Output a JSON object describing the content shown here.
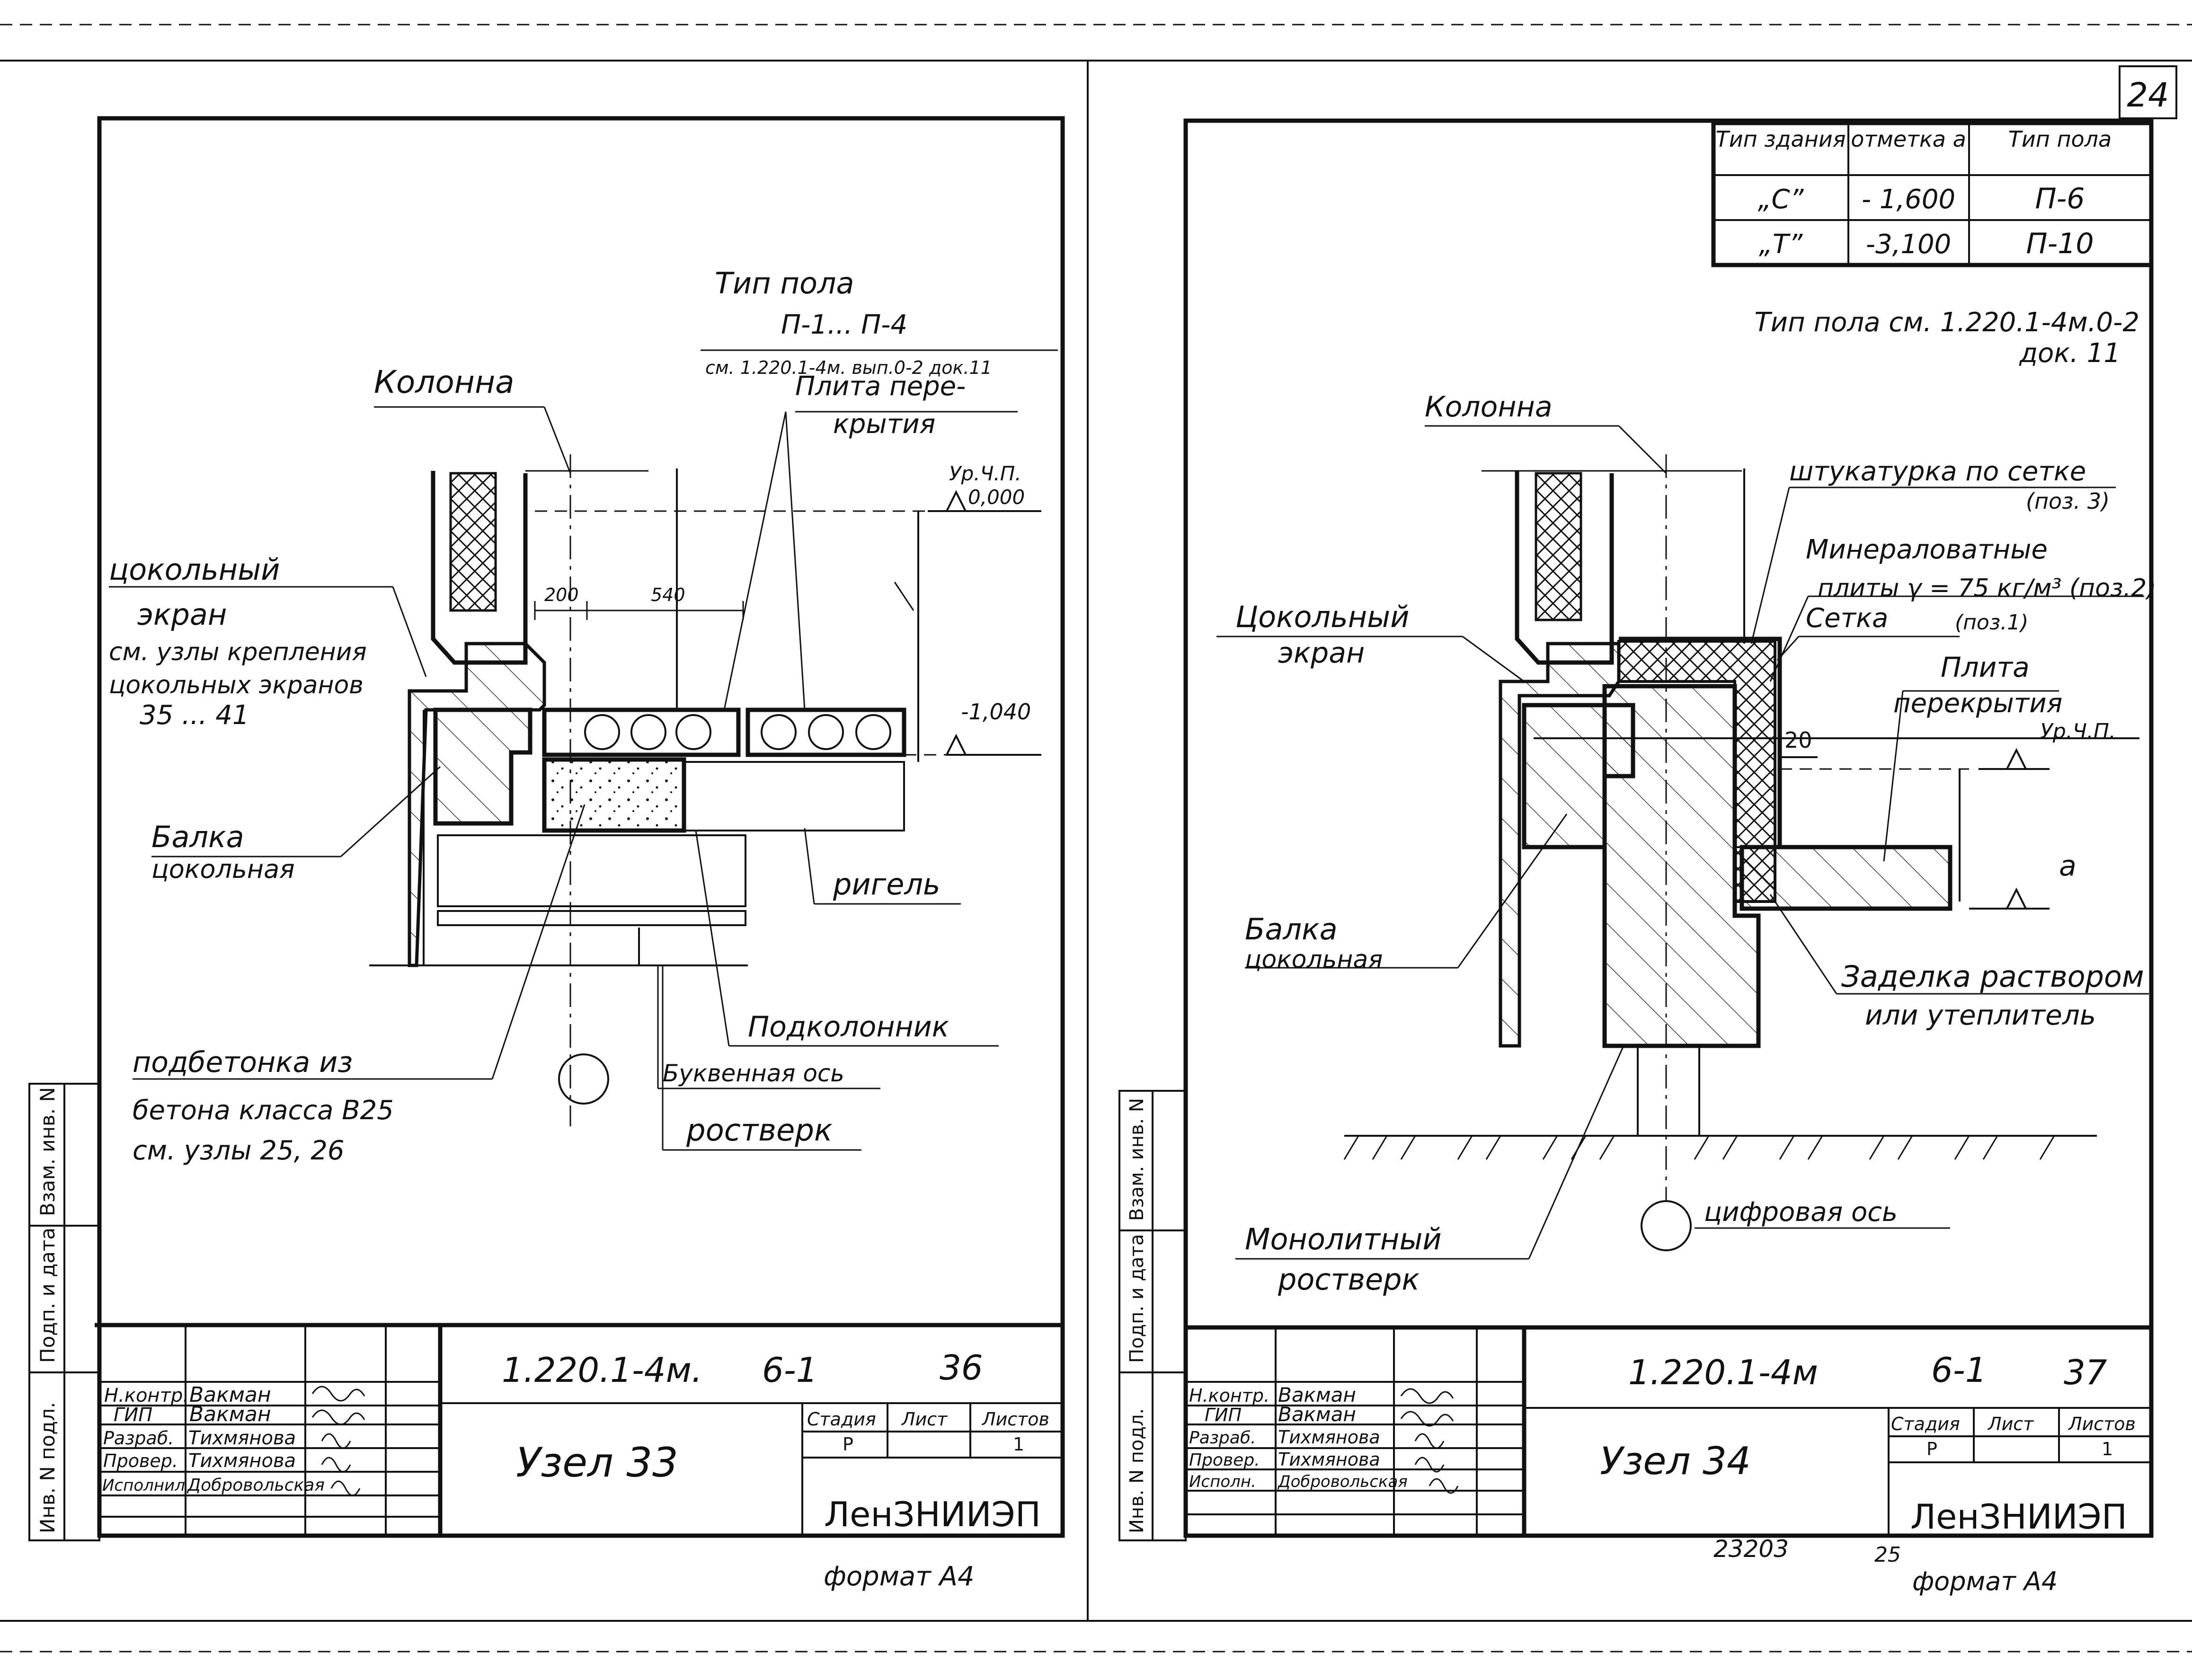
{
  "page_number": "24",
  "left_sheet": {
    "labels": {
      "floor_type": "Тип пола",
      "floor_range": "П-1... П-4",
      "floor_ref": "см. 1.220.1-4м. вып.0-2 док.11",
      "slab": "Плита пере-",
      "slab_2": "крытия",
      "column": "Колонна",
      "level_floor": "Ур.Ч.П.",
      "level_zero": "0,000",
      "plinth_screen": "цокольный",
      "plinth_screen_2": "экран",
      "plinth_screen_3": "см. узлы крепления",
      "plinth_screen_4": "цокольных экранов",
      "plinth_screen_5": "35 ... 41",
      "level_mark": "-1,040",
      "dim_200": "200",
      "dim_540": "540",
      "beam": "Балка",
      "beam_2": "цокольная",
      "crossbar": "ригель",
      "column_base": "Подколонник",
      "concrete_prep": "подбетонка из",
      "concrete_prep_2": "бетона класса В25",
      "concrete_prep_3": "см. узлы 25, 26",
      "letter_axis": "Буквенная ось",
      "grillage": "ростверк"
    },
    "title_block": {
      "doc_code": "1.220.1-4м.",
      "sheet_code": "6-1",
      "seq": "36",
      "node_name": "Узел 33",
      "org": "ЛенЗНИИЭП",
      "stage_header": "Стадия",
      "sheet_header": "Лист",
      "sheets_header": "Листов",
      "stage": "Р",
      "sheets": "1",
      "format": "формат А4",
      "rows": [
        {
          "role": "Н.контр.",
          "name": "Вакман"
        },
        {
          "role": "ГИП",
          "name": "Вакман"
        },
        {
          "role": "Разраб.",
          "name": "Тихмянова"
        },
        {
          "role": "Провер.",
          "name": "Тихмянова"
        },
        {
          "role": "Исполнил",
          "name": "Добровольская"
        }
      ]
    },
    "side_stamp": [
      "Инв. N подл.",
      "Подп. и дата",
      "Взам. инв. N"
    ]
  },
  "right_sheet": {
    "table": {
      "headers": [
        "Тип здания",
        "отметка а",
        "Тип пола"
      ],
      "rows": [
        [
          "„С”",
          "- 1,600",
          "П-6"
        ],
        [
          "„Т”",
          "-3,100",
          "П-10"
        ]
      ]
    },
    "labels": {
      "floor_ref": "Тип пола см. 1.220.1-4м.0-2",
      "floor_ref_2": "док. 11",
      "column": "Колонна",
      "plaster": "штукатурка по сетке",
      "plaster_pos": "(поз. 3)",
      "mineral": "Минераловатные",
      "mineral_2": "плиты γ = 75 кг/м³ (поз.2)",
      "mesh": "Сетка",
      "mesh_pos": "(поз.1)",
      "plinth_screen": "Цокольный",
      "plinth_screen_2": "экран",
      "dim_20": "20",
      "slab": "Плита",
      "slab_2": "перекрытия",
      "level_floor": "Ур.Ч.П.",
      "level_a": "а",
      "beam": "Балка",
      "beam_2": "цокольная",
      "sealing": "Заделка раствором",
      "sealing_2": "или утеплитель",
      "monolith": "Монолитный",
      "monolith_2": "ростверк",
      "digit_axis": "цифровая ось"
    },
    "title_block": {
      "doc_code": "1.220.1-4м",
      "sheet_code": "6-1",
      "seq": "37",
      "node_name": "Узел 34",
      "org": "ЛенЗНИИЭП",
      "stage_header": "Стадия",
      "sheet_header": "Лист",
      "sheets_header": "Листов",
      "stage": "Р",
      "sheets": "1",
      "format": "формат А4",
      "rows": [
        {
          "role": "Н.контр.",
          "name": "Вакман"
        },
        {
          "role": "ГИП",
          "name": "Вакман"
        },
        {
          "role": "Разраб.",
          "name": "Тихмянова"
        },
        {
          "role": "Провер.",
          "name": "Тихмянова"
        },
        {
          "role": "Исполн.",
          "name": "Добровольская"
        }
      ]
    },
    "side_stamp": [
      "Инв. N подл.",
      "Подп. и дата",
      "Взам. инв. N"
    ],
    "archive_no": "23203",
    "archive_sheet": "25"
  }
}
